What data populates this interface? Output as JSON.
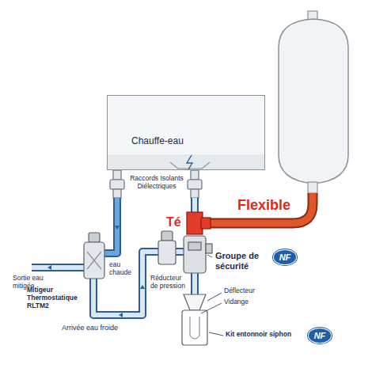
{
  "diagram": {
    "nodes": [
      {
        "text": [
          "Chauffe-eau"
        ]
      },
      {
        "text": [
          "NF"
        ]
      },
      {
        "text": [
          "NF"
        ]
      }
    ],
    "labels": [
      "Raccords Isolants Diélectriques",
      "Té",
      "Flexible",
      "Groupe de sécurité",
      "Déflecteur",
      "Vidange",
      "Kit entonnoir siphon",
      "Réducteur de pression",
      "Sortie eau mitigée",
      "Mitigeur Thermostatique RLTM2",
      "eau chaude",
      "Arrivée eau froide"
    ]
  }
}
